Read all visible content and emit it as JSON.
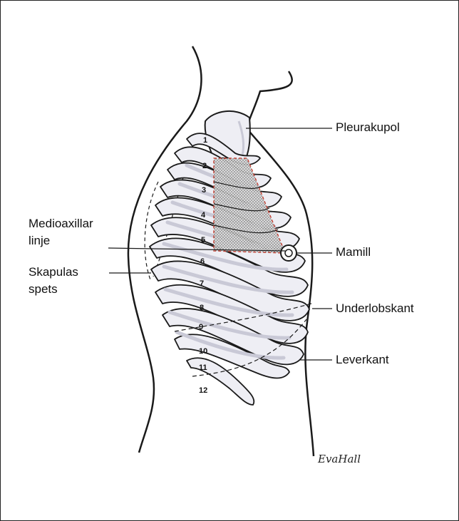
{
  "labels": {
    "pleurakupol": "Pleurakupol",
    "medioaxillar_line1": "Medioaxillar",
    "medioaxillar_line2": "linje",
    "mamill": "Mamill",
    "skapulas_line1": "Skapulas",
    "skapulas_line2": "spets",
    "underlobskant": "Underlobskant",
    "leverkant": "Leverkant"
  },
  "rib_numbers": [
    "1",
    "2",
    "3",
    "4",
    "5",
    "6",
    "7",
    "8",
    "9",
    "10",
    "11",
    "12"
  ],
  "signature": "EvaHall",
  "colors": {
    "outline": "#1a1a1a",
    "rib_fill": "#eeeef4",
    "rib_shade": "#c9c9d6",
    "stipple": "#777777",
    "triangle_border": "#c0392b"
  }
}
